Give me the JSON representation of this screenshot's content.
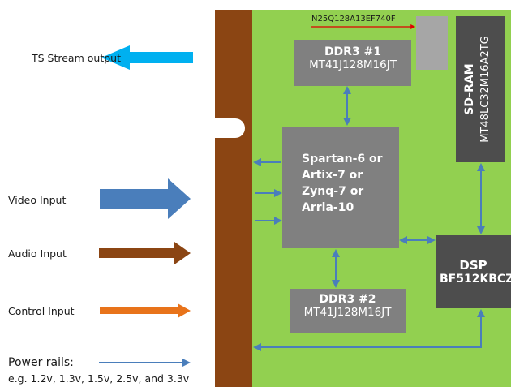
{
  "labels": {
    "ts_stream": "TS Stream output",
    "video": "Video Input",
    "audio": "Audio Input",
    "control": "Control Input",
    "power_title": "Power rails:",
    "power_values": "e.g. 1.2v, 1.3v, 1.5v, 2.5v, and 3.3v"
  },
  "blocks": {
    "ddr1": {
      "title": "DDR3 #1",
      "part": "MT41J128M16JT"
    },
    "ddr2": {
      "title": "DDR3 #2",
      "part": "MT41J128M16JT"
    },
    "fpga": {
      "lines": [
        "Spartan-6 or",
        "Artix-7 or",
        "Zynq-7 or",
        "Arria-10"
      ]
    },
    "sdram": {
      "title": "SD-RAM",
      "part": "MT48LC32M16A2TG"
    },
    "dsp": {
      "title": "DSP",
      "part": "BF512KBCZ"
    },
    "flash": {
      "part": "N25Q128A13EF740F"
    }
  },
  "colors": {
    "board": "#92d050",
    "edge": "#8b4513",
    "chip": "#808080",
    "dark_chip": "#4d4d4d",
    "ts_arrow": "#00b0f0",
    "video_arrow": "#4a7ebb",
    "audio_arrow": "#8b4513",
    "control_arrow": "#e8731a",
    "power_arrow": "#4a7ebb",
    "bus_arrow": "#4a7ebb",
    "flash_arrow": "#e00000"
  }
}
